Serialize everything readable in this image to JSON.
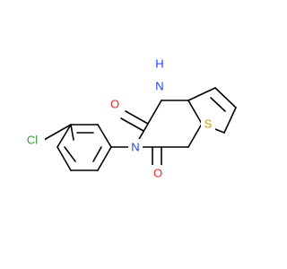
{
  "molecule": {
    "atoms": [
      {
        "id": "Cl",
        "label": "Cl",
        "color": "#2ba02b"
      },
      {
        "id": "N3",
        "label": "N",
        "color": "#1f3cff"
      },
      {
        "id": "N1",
        "label": "N",
        "color": "#1f3cff"
      },
      {
        "id": "H1",
        "label": "H",
        "color": "#1f3cff"
      },
      {
        "id": "O2",
        "label": "O",
        "color": "#ff1f1f"
      },
      {
        "id": "O4",
        "label": "O",
        "color": "#ff1f1f"
      },
      {
        "id": "S",
        "label": "S",
        "color": "#c8a000"
      }
    ],
    "colors": {
      "bond": "#000000",
      "background": "#ffffff"
    }
  }
}
